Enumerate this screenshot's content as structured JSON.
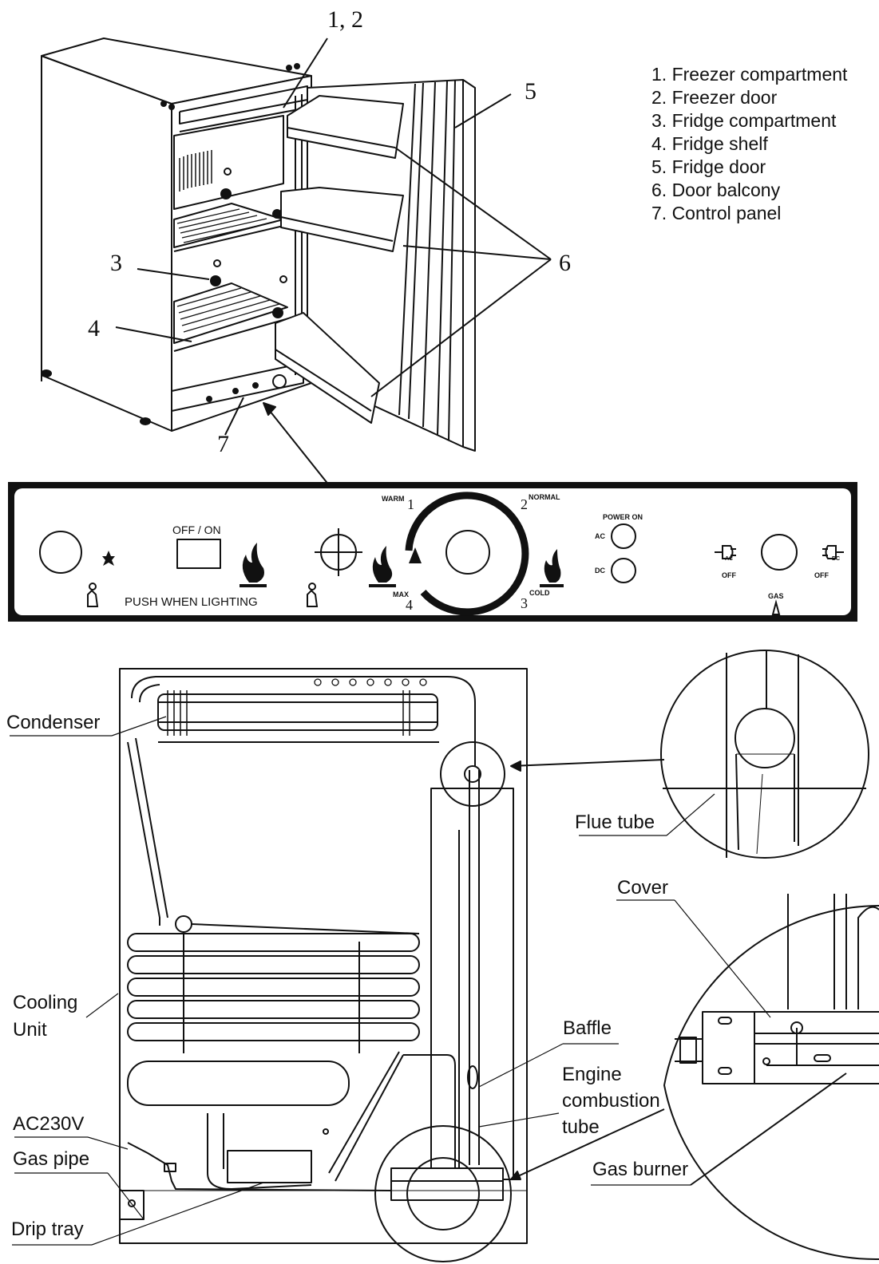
{
  "top_callouts": {
    "c12": "1, 2",
    "c3": "3",
    "c4": "4",
    "c5": "5",
    "c6": "6",
    "c7": "7"
  },
  "legend": [
    "1. Freezer compartment",
    "2. Freezer door",
    "3. Fridge compartment",
    "4. Fridge shelf",
    "5. Fridge door",
    "6. Door balcony",
    "7. Control panel"
  ],
  "control_panel": {
    "off_on": "OFF / ON",
    "push_when_lighting": "PUSH  WHEN  LIGHTING",
    "warm": "WARM",
    "normal": "NORMAL",
    "max": "MAX",
    "cold": "COLD",
    "pos1": "1",
    "pos2": "2",
    "pos3": "3",
    "pos4": "4",
    "power_on": "POWER ON",
    "ac": "AC",
    "dc": "DC",
    "ac_plug": "AC",
    "dc_plug": "DC",
    "off_left": "OFF",
    "off_right": "OFF",
    "gas": "GAS"
  },
  "back_labels": {
    "condenser": "Condenser",
    "flue_tube": "Flue tube",
    "cover": "Cover",
    "cooling_unit": "Cooling\nUnit",
    "baffle": "Baffle",
    "engine_combustion_tube": "Engine\ncombustion\ntube",
    "ac230v": "AC230V",
    "gas_pipe": "Gas pipe",
    "gas_burner": "Gas burner",
    "drip_tray": "Drip tray"
  },
  "icons": [
    "snowflake-icon",
    "flame-icon",
    "hand-press-icon",
    "crosshair-knob-icon",
    "plug-icon",
    "temperature-dial-icon"
  ]
}
